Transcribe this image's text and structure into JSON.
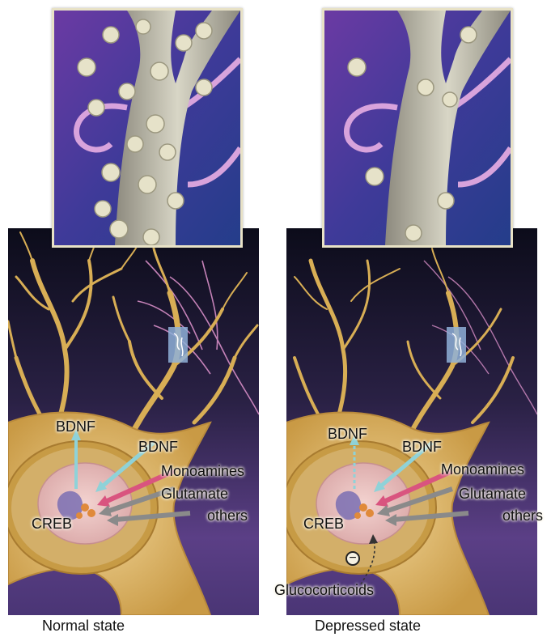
{
  "panels": {
    "normal": {
      "caption": "Normal state",
      "labels": {
        "bdnf_out": "BDNF",
        "bdnf_in": "BDNF",
        "monoamines": "Monoamines",
        "glutamate": "Glutamate",
        "others": "others",
        "creb": "CREB"
      }
    },
    "depressed": {
      "caption": "Depressed state",
      "labels": {
        "bdnf_out": "BDNF",
        "bdnf_in": "BDNF",
        "monoamines": "Monoamines",
        "glutamate": "Glutamate",
        "others": "others",
        "creb": "CREB",
        "glucocorticoids": "Glucocorticoids",
        "inhibition_symbol": "−"
      }
    }
  },
  "colors": {
    "background_top": "#0c0c1a",
    "background_bottom": "#5b3f86",
    "neuron": "#d8ae55",
    "nucleus": "#e6b9b9",
    "bdnf_arrow": "#8fd2d8",
    "monoamines_arrow": "#d9547f",
    "glutamate_arrow": "#8a8a8a"
  }
}
